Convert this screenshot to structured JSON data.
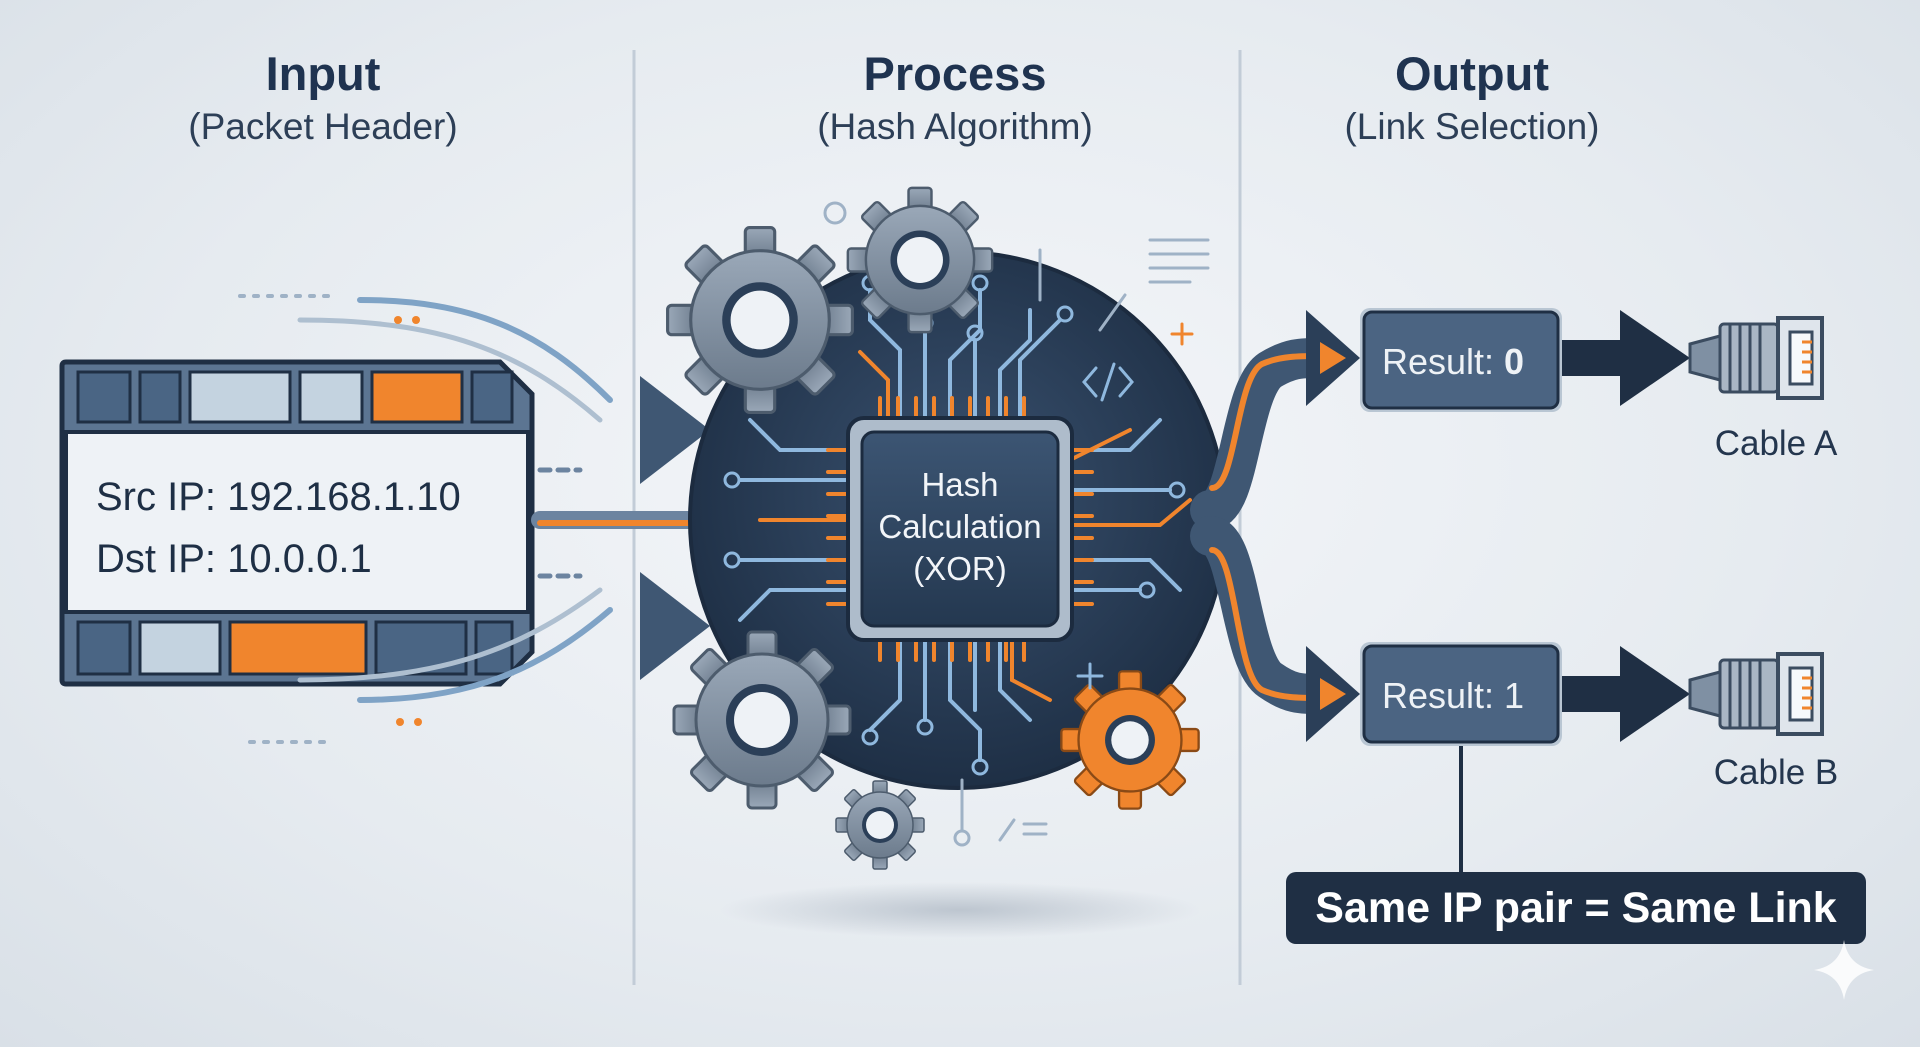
{
  "columns": {
    "input": {
      "title": "Input",
      "subtitle": "(Packet Header)"
    },
    "process": {
      "title": "Process",
      "subtitle": "(Hash Algorithm)"
    },
    "output": {
      "title": "Output",
      "subtitle": "(Link Selection)"
    }
  },
  "packet": {
    "src": "Src IP: 192.168.1.10",
    "dst": "Dst IP: 10.0.0.1"
  },
  "chip": {
    "line1": "Hash",
    "line2": "Calculation",
    "line3": "(XOR)"
  },
  "results": [
    {
      "label": "Result: ",
      "value": "0",
      "cable": "Cable A"
    },
    {
      "label": "Result: ",
      "value": "1",
      "cable": "Cable B"
    }
  ],
  "note": "Same IP pair = Same Link",
  "colors": {
    "navy": "#2b3f58",
    "orange": "#f0852d",
    "steel": "#4a6584",
    "light_blue": "#8fb8de",
    "background": "#e8edf2"
  },
  "icons": [
    "gear-icon",
    "circuit-chip-icon",
    "code-icon",
    "ethernet-plug-icon",
    "sparkle-icon",
    "arrow-icon"
  ]
}
